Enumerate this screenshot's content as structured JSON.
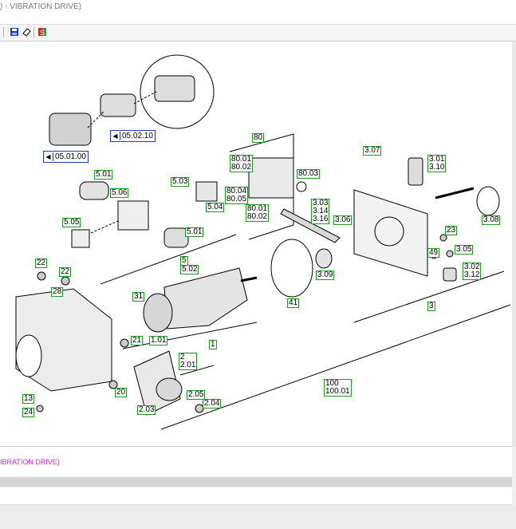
{
  "window": {
    "title_fragment": ") - VIBRATION DRIVE)"
  },
  "toolbar": {
    "icons": [
      "save-icon",
      "select-icon",
      "eraser-icon",
      "export-icon"
    ]
  },
  "diagram": {
    "references": [
      {
        "id": "ref-050210",
        "text": "05.02.10"
      },
      {
        "id": "ref-050100",
        "text": "05.01.00"
      }
    ],
    "labels": [
      {
        "id": "lbl-80",
        "lines": [
          "80"
        ]
      },
      {
        "id": "lbl-8001-8002",
        "lines": [
          "80.01",
          "80.02"
        ]
      },
      {
        "id": "lbl-8003",
        "lines": [
          "80.03"
        ]
      },
      {
        "id": "lbl-8004-8005",
        "lines": [
          "80.04",
          "80.05"
        ]
      },
      {
        "id": "lbl-8001-8002-b",
        "lines": [
          "80.01",
          "80.02"
        ]
      },
      {
        "id": "lbl-501",
        "lines": [
          "5.01"
        ]
      },
      {
        "id": "lbl-506",
        "lines": [
          "5.06"
        ]
      },
      {
        "id": "lbl-503",
        "lines": [
          "5.03"
        ]
      },
      {
        "id": "lbl-504",
        "lines": [
          "5.04"
        ]
      },
      {
        "id": "lbl-505",
        "lines": [
          "5.05"
        ]
      },
      {
        "id": "lbl-501-b",
        "lines": [
          "5.01"
        ]
      },
      {
        "id": "lbl-5",
        "lines": [
          "5"
        ]
      },
      {
        "id": "lbl-502",
        "lines": [
          "5.02"
        ]
      },
      {
        "id": "lbl-307",
        "lines": [
          "3.07"
        ]
      },
      {
        "id": "lbl-301-310",
        "lines": [
          "3.01",
          "3.10"
        ]
      },
      {
        "id": "lbl-303-314-316",
        "lines": [
          "3.03",
          "3.14",
          "3.16"
        ]
      },
      {
        "id": "lbl-306",
        "lines": [
          "3.06"
        ]
      },
      {
        "id": "lbl-308",
        "lines": [
          "3.08"
        ]
      },
      {
        "id": "lbl-23",
        "lines": [
          "23"
        ]
      },
      {
        "id": "lbl-305",
        "lines": [
          "3.05"
        ]
      },
      {
        "id": "lbl-49",
        "lines": [
          "49"
        ]
      },
      {
        "id": "lbl-302-312",
        "lines": [
          "3.02",
          "3.12"
        ]
      },
      {
        "id": "lbl-309",
        "lines": [
          "3.09"
        ]
      },
      {
        "id": "lbl-41",
        "lines": [
          "41"
        ]
      },
      {
        "id": "lbl-3",
        "lines": [
          "3"
        ]
      },
      {
        "id": "lbl-22a",
        "lines": [
          "22"
        ]
      },
      {
        "id": "lbl-22b",
        "lines": [
          "22"
        ]
      },
      {
        "id": "lbl-28",
        "lines": [
          "28"
        ]
      },
      {
        "id": "lbl-31",
        "lines": [
          "31"
        ]
      },
      {
        "id": "lbl-21",
        "lines": [
          "21"
        ]
      },
      {
        "id": "lbl-101",
        "lines": [
          "1.01"
        ]
      },
      {
        "id": "lbl-1",
        "lines": [
          "1"
        ]
      },
      {
        "id": "lbl-2-201",
        "lines": [
          "2",
          "2.01"
        ]
      },
      {
        "id": "lbl-20",
        "lines": [
          "20"
        ]
      },
      {
        "id": "lbl-205",
        "lines": [
          "2.05"
        ]
      },
      {
        "id": "lbl-204",
        "lines": [
          "2.04"
        ]
      },
      {
        "id": "lbl-203",
        "lines": [
          "2.03"
        ]
      },
      {
        "id": "lbl-100-10001",
        "lines": [
          "100",
          "100.01"
        ]
      },
      {
        "id": "lbl-13",
        "lines": [
          "13"
        ]
      },
      {
        "id": "lbl-24",
        "lines": [
          "24"
        ]
      }
    ]
  },
  "description": {
    "text": "IBRATION DRIVE)"
  },
  "colors": {
    "label_border": "#1e9a1e",
    "ref_border": "#1f3fbf",
    "description_text": "#e020e0"
  }
}
